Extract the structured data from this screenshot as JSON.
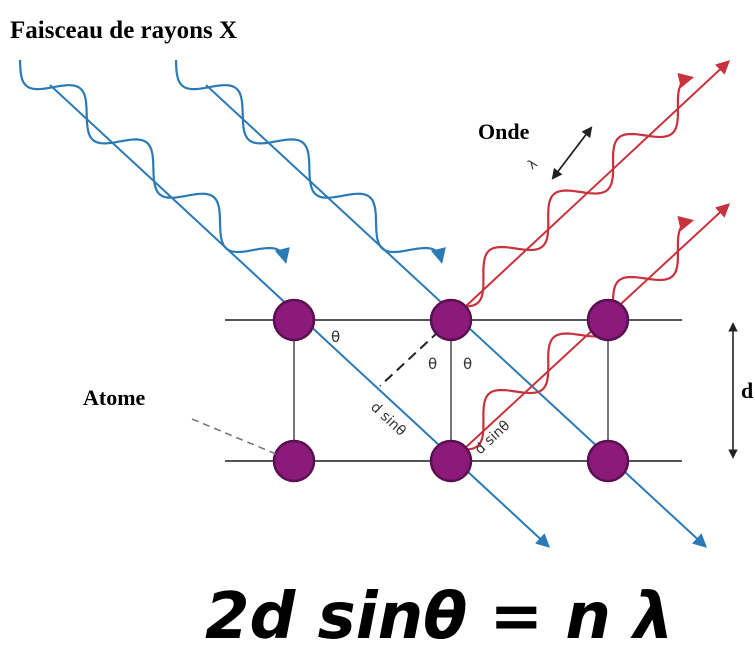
{
  "title": "Faisceau de rayons X",
  "labels": {
    "onde": "Onde",
    "lambda": "λ",
    "atome": "Atome",
    "d": "d",
    "theta": "θ",
    "d_sin_theta": "d sinθ"
  },
  "formula": "2d sinθ = n λ",
  "colors": {
    "incident": "#2a7ab8",
    "diffracted": "#c8323c",
    "atom_fill": "#8b1a7a",
    "atom_stroke": "#5a0f50",
    "lattice": "#555555",
    "text": "#000000"
  }
}
